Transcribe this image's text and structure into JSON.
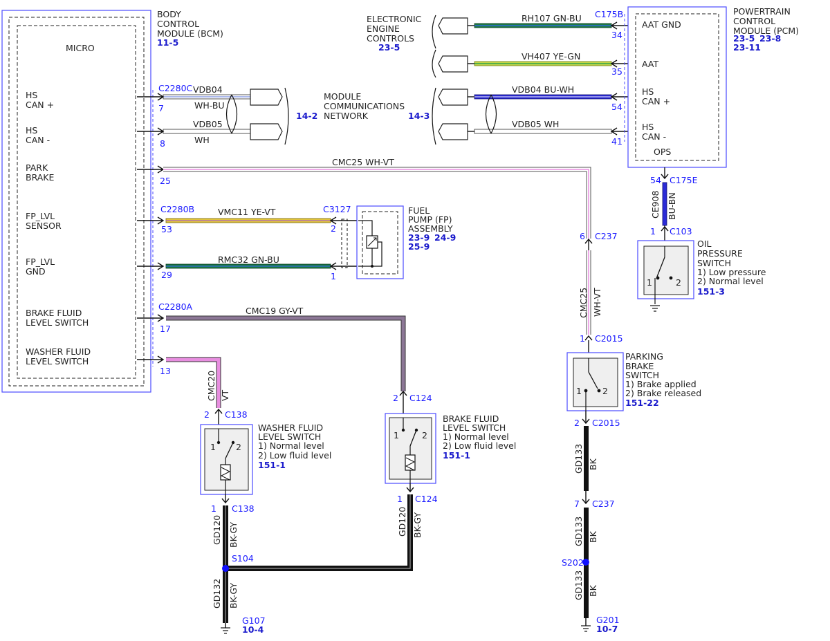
{
  "modules": {
    "bcm": {
      "name": [
        "BODY",
        "CONTROL",
        "MODULE (BCM)"
      ],
      "ref": "11-5",
      "micro": "MICRO",
      "pins": {
        "hs_can_plus": [
          "HS",
          "CAN +"
        ],
        "hs_can_minus": [
          "HS",
          "CAN -"
        ],
        "park_brake": [
          "PARK",
          "BRAKE"
        ],
        "fp_lvl_sensor": [
          "FP_LVL",
          "SENSOR"
        ],
        "fp_lvl_gnd": [
          "FP_LVL",
          "GND"
        ],
        "brake_fluid": [
          "BRAKE FLUID",
          "LEVEL SWITCH"
        ],
        "washer_fluid": [
          "WASHER FLUID",
          "LEVEL SWITCH"
        ]
      }
    },
    "pcm": {
      "name": [
        "POWERTRAIN",
        "CONTROL",
        "MODULE (PCM)"
      ],
      "refs": [
        "23-5",
        "23-8",
        "23-11"
      ],
      "pins": {
        "aat_gnd": "AAT GND",
        "aat": "AAT",
        "hs_can_plus": [
          "HS",
          "CAN +"
        ],
        "hs_can_minus": [
          "HS",
          "CAN -"
        ],
        "ops": "OPS"
      }
    },
    "eec": {
      "name": [
        "ELECTRONIC",
        "ENGINE",
        "CONTROLS"
      ],
      "ref": "23-5"
    },
    "mcn": {
      "name": [
        "MODULE",
        "COMMUNICATIONS",
        "NETWORK"
      ],
      "ref_left": "14-2",
      "ref_right": "14-3"
    }
  },
  "connectors": {
    "c2280c": "C2280C",
    "c2280b": "C2280B",
    "c2280a": "C2280A",
    "c3127": "C3127",
    "c175b": "C175B",
    "c175e": "C175E",
    "c103": "C103",
    "c237": "C237",
    "c2015": "C2015",
    "c138": "C138",
    "c124": "C124"
  },
  "pins": {
    "p7": "7",
    "p8": "8",
    "p25": "25",
    "p53": "53",
    "p29": "29",
    "p17": "17",
    "p13": "13",
    "p34": "34",
    "p35": "35",
    "p54": "54",
    "p41": "41",
    "c3127_2": "2",
    "c3127_1": "1",
    "c175e_54": "54",
    "c103_1": "1",
    "c237_6": "6",
    "c2015_1": "1",
    "c2015_2": "2",
    "c237_7": "7",
    "c138_2": "2",
    "c138_1": "1",
    "c124_2": "2",
    "c124_1": "1"
  },
  "wires": {
    "vdb04_left": "VDB04",
    "whbu_left": "WH-BU",
    "vdb05_left": "VDB05",
    "wh_left": "WH",
    "rh107": "RH107  GN-BU",
    "vh407": "VH407  YE-GN",
    "vdb04_right": "VDB04  BU-WH",
    "vdb05_right": "VDB05  WH",
    "cmc25_h": "CMC25  WH-VT",
    "cmc25_v_code": "CMC25",
    "cmc25_v_color": "WH-VT",
    "vmc11": "VMC11  YE-VT",
    "rmc32": "RMC32  GN-BU",
    "cmc19": "CMC19  GY-VT",
    "cmc20_code": "CMC20",
    "cmc20_color": "VT",
    "ce908_code": "CE908",
    "ce908_color": "BU-BN",
    "gd133_a_code": "GD133",
    "gd133_a_color": "BK",
    "gd133_b_code": "GD133",
    "gd133_b_color": "BK",
    "gd133_c_code": "GD133",
    "gd133_c_color": "BK",
    "gd120_a_code": "GD120",
    "gd120_a_color": "BK-GY",
    "gd120_b_code": "GD120",
    "gd120_b_color": "BK-GY",
    "gd132_code": "GD132",
    "gd132_color": "BK-GY"
  },
  "components": {
    "fuel_pump": {
      "name": [
        "FUEL",
        "PUMP (FP)",
        "ASSEMBLY"
      ],
      "refs_line1": [
        "23-9",
        "24-9"
      ],
      "refs_line2": "25-9"
    },
    "oil_pressure": {
      "name": [
        "OIL",
        "PRESSURE",
        "SWITCH"
      ],
      "states": [
        "1) Low pressure",
        "2) Normal level"
      ],
      "ref": "151-3",
      "pin1": "1",
      "pin2": "2"
    },
    "parking_brake": {
      "name": [
        "PARKING",
        "BRAKE",
        "SWITCH"
      ],
      "states": [
        "1) Brake applied",
        "2) Brake released"
      ],
      "ref": "151-22",
      "pin1": "1",
      "pin2": "2"
    },
    "washer_fluid": {
      "name": [
        "WASHER FLUID",
        "LEVEL SWITCH"
      ],
      "states": [
        "1) Normal level",
        "2) Low fluid level"
      ],
      "ref": "151-1",
      "pin1": "1",
      "pin2": "2"
    },
    "brake_fluid": {
      "name": [
        "BRAKE FLUID",
        "LEVEL SWITCH"
      ],
      "states": [
        "1) Normal level",
        "2) Low fluid level"
      ],
      "ref": "151-1",
      "pin1": "1",
      "pin2": "2"
    }
  },
  "splices": {
    "s104": "S104",
    "s202": "S202"
  },
  "grounds": {
    "g107": "G107",
    "g107_ref": "10-4",
    "g201": "G201",
    "g201_ref": "10-7"
  },
  "colors": {
    "gn_bu_main": "#1e7a46",
    "gn_bu_stripe": "#2d6ad6",
    "ye_gn_main": "#c7d84a",
    "ye_gn_stripe": "#2fa34a",
    "bu_wh_main": "#2a2ad6",
    "bu_wh_stripe": "#ffffff",
    "wh_main": "#ffffff",
    "wh_outline": "#333333",
    "wh_vt_main": "#ffffff",
    "wh_vt_stripe": "#e88ee0",
    "ye_vt_main": "#e2c43a",
    "ye_vt_stripe": "#a864c8",
    "gy_vt_main": "#8c7796",
    "gy_vt_stripe": "#6c5a72",
    "vt_main": "#e88ee0",
    "bu_bn_main": "#2b2bd8",
    "bk_main": "#111111",
    "bk_gy_stripe": "#999999",
    "module_border": "#4a4aff",
    "splice": "#1010ff",
    "ref_text": "#1a1acc"
  }
}
